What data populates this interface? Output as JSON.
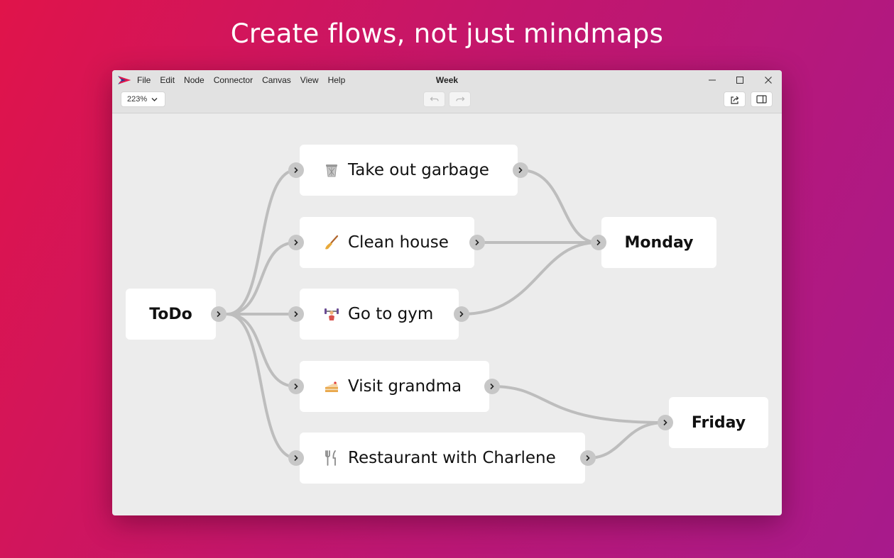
{
  "headline": "Create flows, not just mindmaps",
  "window": {
    "title": "Week",
    "menu": [
      "File",
      "Edit",
      "Node",
      "Connector",
      "Canvas",
      "View",
      "Help"
    ],
    "zoom": "223%"
  },
  "colors": {
    "background_start": "#e0144a",
    "background_end": "#a71a8c",
    "connector": "#bdbdbd",
    "port": "#c7c7c7",
    "canvas": "#ececec"
  },
  "icons": {
    "garbage": "wastebasket",
    "clean": "broom",
    "gym": "weight-lifter",
    "grandma": "cake",
    "restaurant": "fork-and-knife"
  },
  "nodes": {
    "todo": "ToDo",
    "garbage": "Take out garbage",
    "clean": "Clean house",
    "gym": "Go to gym",
    "grandma": "Visit grandma",
    "restaurant": "Restaurant with Charlene",
    "monday": "Monday",
    "friday": "Friday"
  }
}
